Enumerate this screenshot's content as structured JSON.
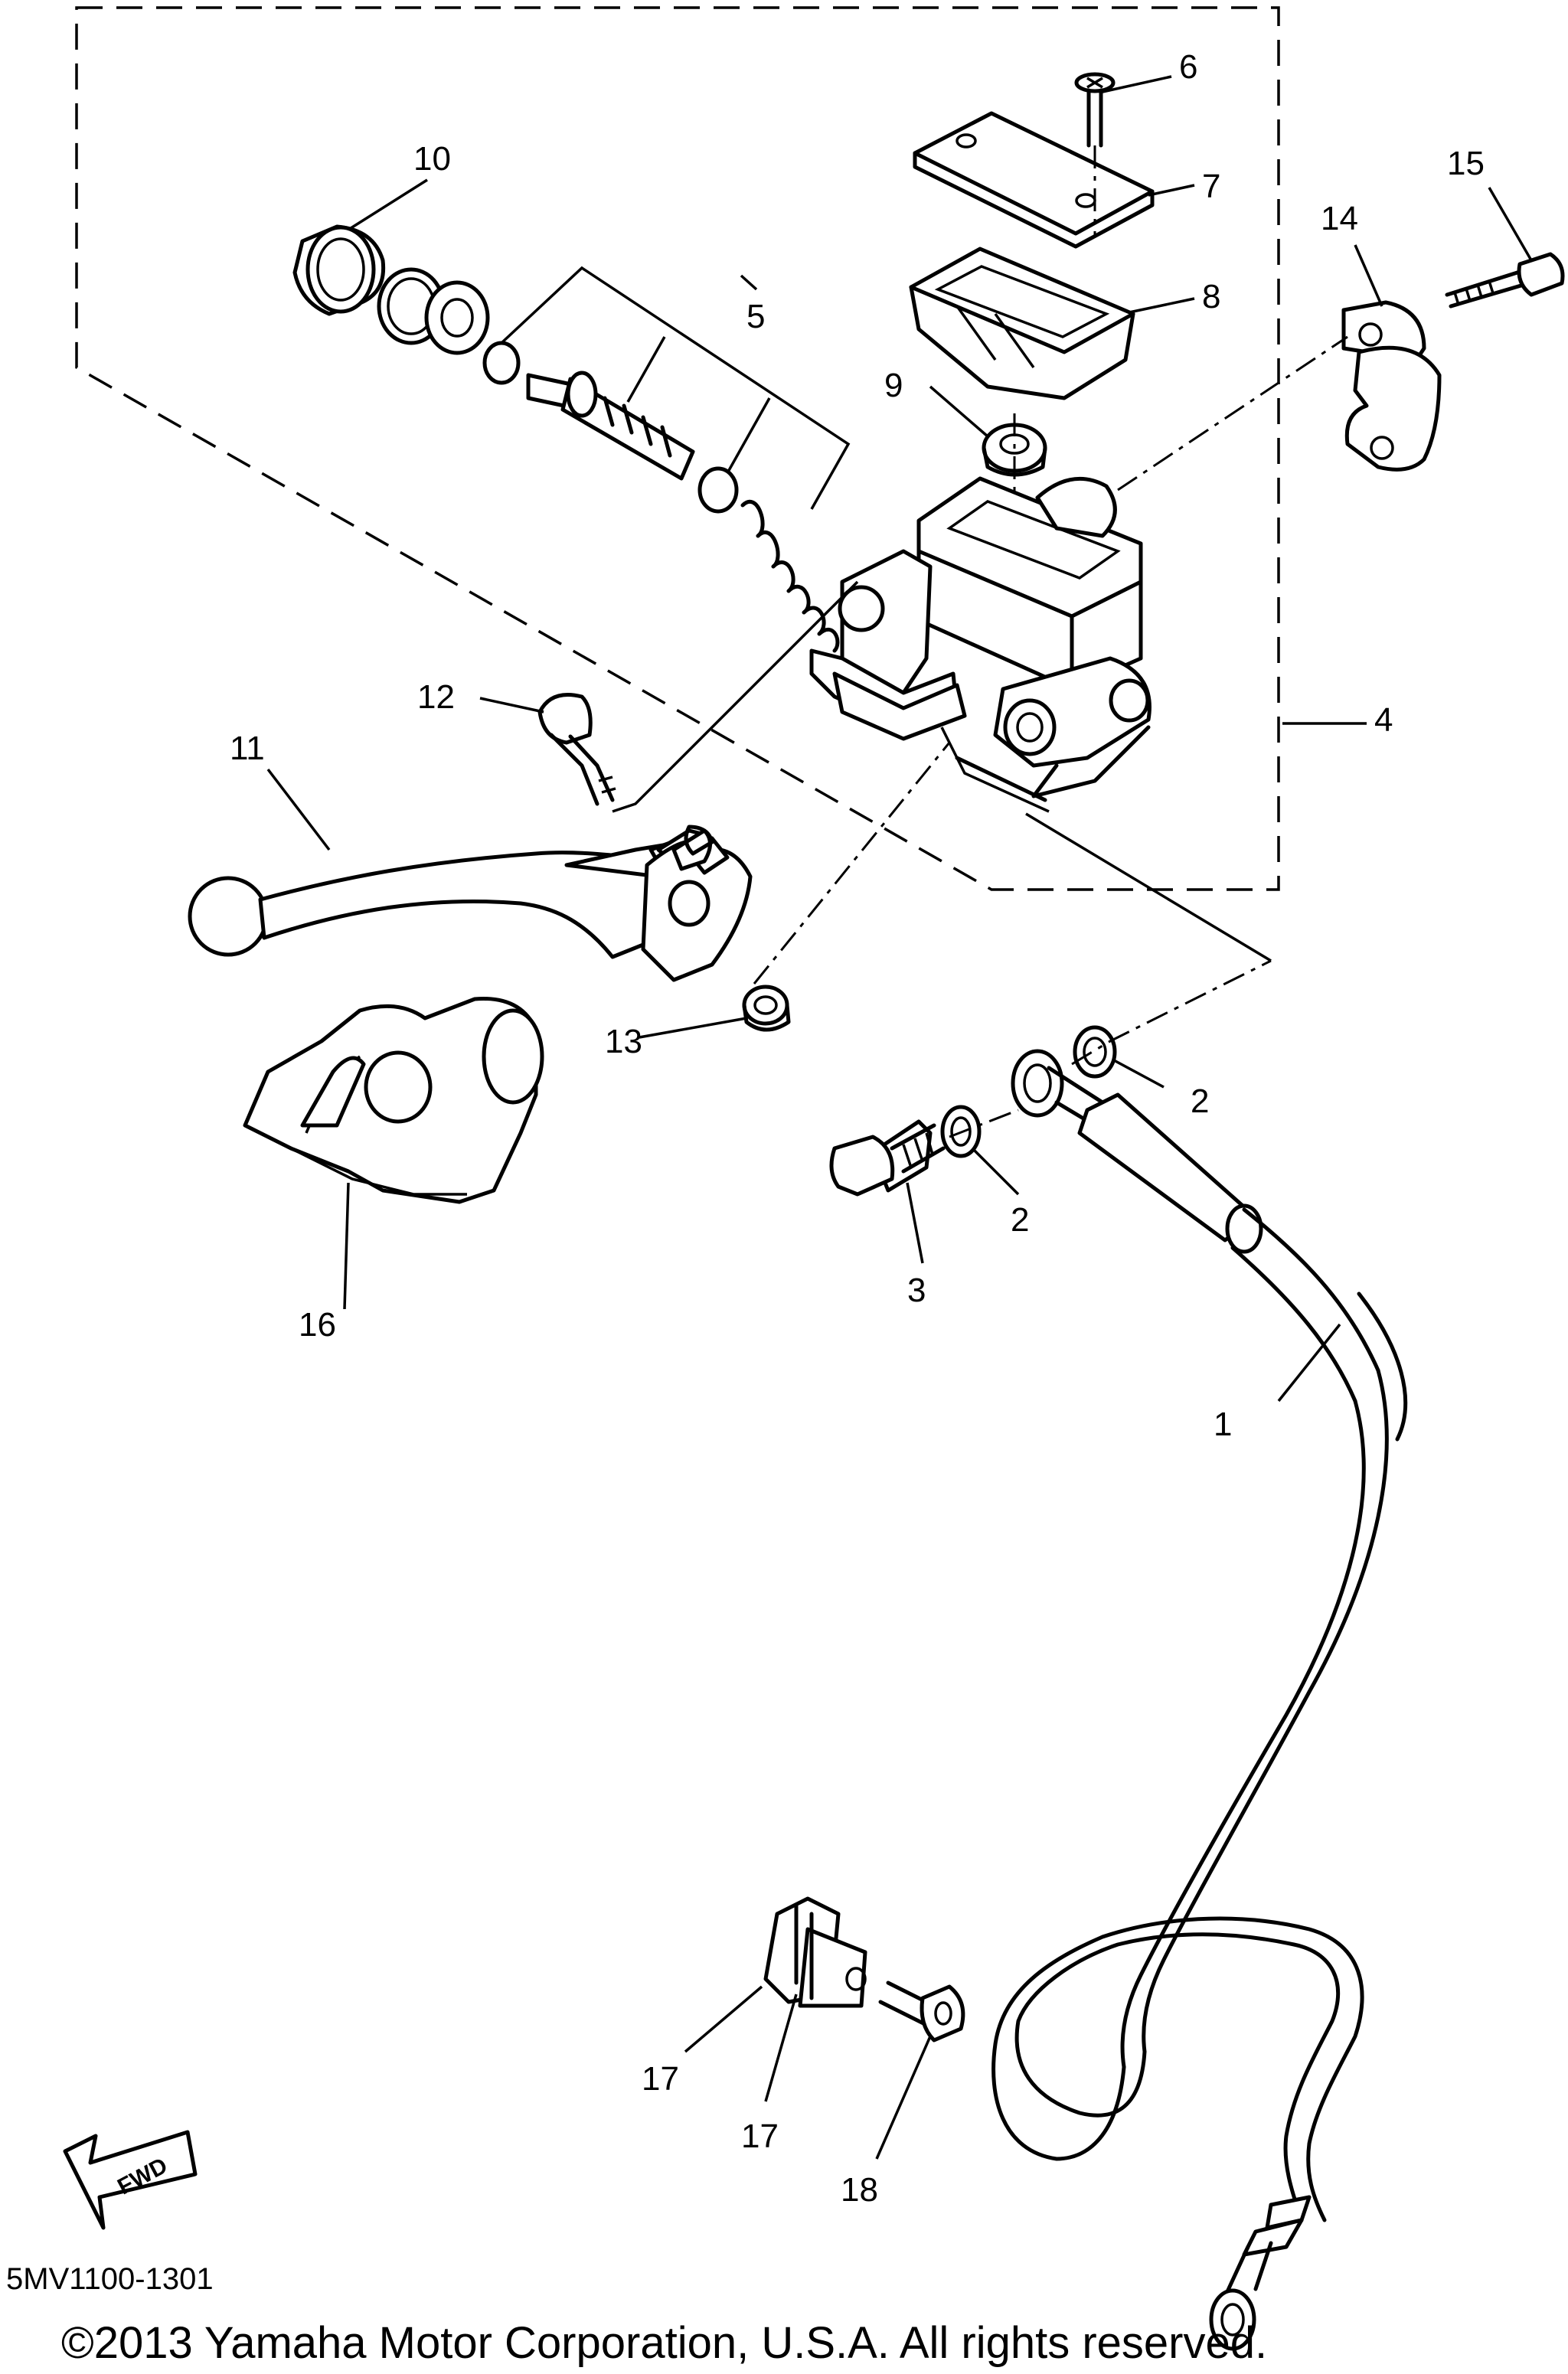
{
  "callouts": [
    {
      "id": "1",
      "text": "1"
    },
    {
      "id": "2a",
      "text": "2"
    },
    {
      "id": "2b",
      "text": "2"
    },
    {
      "id": "3",
      "text": "3"
    },
    {
      "id": "4",
      "text": "4"
    },
    {
      "id": "5",
      "text": "5"
    },
    {
      "id": "6",
      "text": "6"
    },
    {
      "id": "7",
      "text": "7"
    },
    {
      "id": "8",
      "text": "8"
    },
    {
      "id": "9",
      "text": "9"
    },
    {
      "id": "10",
      "text": "10"
    },
    {
      "id": "11",
      "text": "11"
    },
    {
      "id": "12",
      "text": "12"
    },
    {
      "id": "13",
      "text": "13"
    },
    {
      "id": "14",
      "text": "14"
    },
    {
      "id": "15",
      "text": "15"
    },
    {
      "id": "16",
      "text": "16"
    },
    {
      "id": "17a",
      "text": "17"
    },
    {
      "id": "17b",
      "text": "17"
    },
    {
      "id": "18",
      "text": "18"
    }
  ],
  "fwd_label": "FWD",
  "diagram_code": "5MV1100-1301",
  "copyright": "©2013 Yamaha Motor Corporation, U.S.A. All rights reserved."
}
